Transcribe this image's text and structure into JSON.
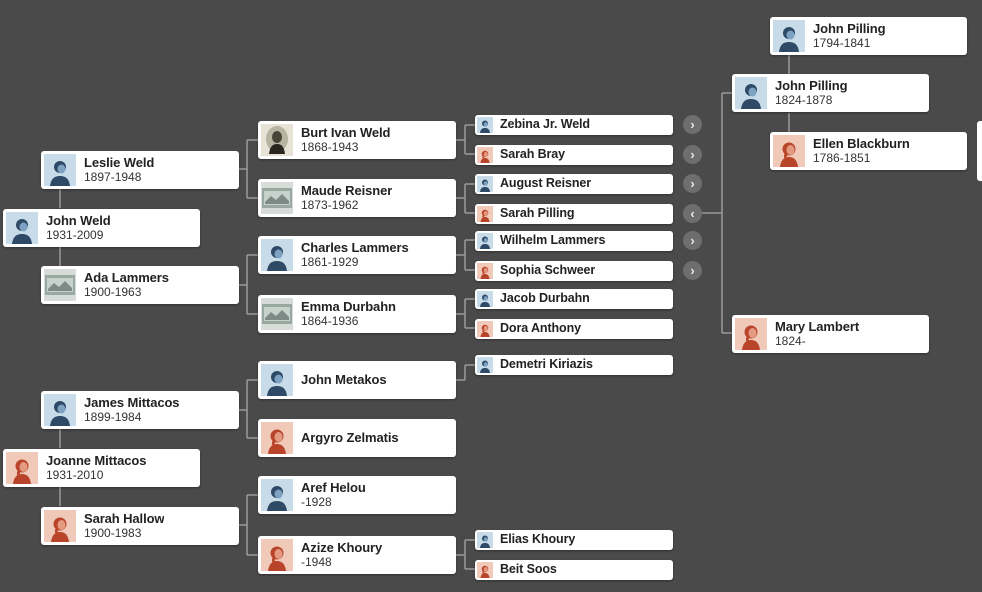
{
  "colors": {
    "background": "#4a4a4a",
    "card": "#ffffff",
    "male_bg": "#c8dbe8",
    "male_fg": "#2e4a66",
    "female_bg": "#f0c9b8",
    "female_fg": "#b8442a",
    "connector": "#9a9a9a"
  },
  "people": {
    "john_weld": {
      "name": "John Weld",
      "years": "1931-2009",
      "photo": "male-silhouette-icon"
    },
    "leslie_weld": {
      "name": "Leslie Weld",
      "years": "1897-1948",
      "photo": "male-silhouette-icon"
    },
    "ada_lammers": {
      "name": "Ada Lammers",
      "years": "1900-1963",
      "photo": "photo-thumbnail"
    },
    "burt_weld": {
      "name": "Burt Ivan Weld",
      "years": "1868-1943",
      "photo": "portrait-photo"
    },
    "maude_reisner": {
      "name": "Maude Reisner",
      "years": "1873-1962",
      "photo": "photo-thumbnail"
    },
    "charles_lammers": {
      "name": "Charles Lammers",
      "years": "1861-1929",
      "photo": "male-silhouette-icon"
    },
    "emma_durbahn": {
      "name": "Emma Durbahn",
      "years": "1864-1936",
      "photo": "photo-thumbnail"
    },
    "zebina_weld": {
      "name": "Zebina Jr. Weld",
      "photo": "male-silhouette-icon"
    },
    "sarah_bray": {
      "name": "Sarah Bray",
      "photo": "female-silhouette-icon"
    },
    "august_reisner": {
      "name": "August Reisner",
      "photo": "male-silhouette-icon"
    },
    "sarah_pilling": {
      "name": "Sarah Pilling",
      "photo": "female-silhouette-icon"
    },
    "wilhelm_lammers": {
      "name": "Wilhelm Lammers",
      "photo": "male-silhouette-icon"
    },
    "sophia_schweer": {
      "name": "Sophia Schweer",
      "photo": "female-silhouette-icon"
    },
    "jacob_durbahn": {
      "name": "Jacob Durbahn",
      "photo": "male-silhouette-icon"
    },
    "dora_anthony": {
      "name": "Dora Anthony",
      "photo": "female-silhouette-icon"
    },
    "john_pilling_1824": {
      "name": "John Pilling",
      "years": "1824-1878",
      "photo": "male-silhouette-icon"
    },
    "john_pilling_1794": {
      "name": "John Pilling",
      "years": "1794-1841",
      "photo": "male-silhouette-icon"
    },
    "ellen_blackburn": {
      "name": "Ellen Blackburn",
      "years": "1786-1851",
      "photo": "female-silhouette-icon"
    },
    "mary_lambert": {
      "name": "Mary Lambert",
      "years": "1824-",
      "photo": "female-silhouette-icon"
    },
    "joanne_mittacos": {
      "name": "Joanne Mittacos",
      "years": "1931-2010",
      "photo": "female-silhouette-icon"
    },
    "james_mittacos": {
      "name": "James Mittacos",
      "years": "1899-1984",
      "photo": "male-silhouette-icon"
    },
    "sarah_hallow": {
      "name": "Sarah Hallow",
      "years": "1900-1983",
      "photo": "female-silhouette-icon"
    },
    "john_metakos": {
      "name": "John Metakos",
      "photo": "male-silhouette-icon"
    },
    "argyro_zelmatis": {
      "name": "Argyro Zelmatis",
      "photo": "female-silhouette-icon"
    },
    "aref_helou": {
      "name": "Aref Helou",
      "years": "-1928",
      "photo": "male-silhouette-icon"
    },
    "azize_khoury": {
      "name": "Azize Khoury",
      "years": "-1948",
      "photo": "female-silhouette-icon"
    },
    "demetri_kiriazis": {
      "name": "Demetri Kiriazis",
      "photo": "male-silhouette-icon"
    },
    "elias_khoury": {
      "name": "Elias Khoury",
      "photo": "male-silhouette-icon"
    },
    "beit_soos": {
      "name": "Beit Soos",
      "photo": "female-silhouette-icon"
    }
  },
  "controls": {
    "expand_glyph": "›",
    "collapse_glyph": "‹"
  }
}
